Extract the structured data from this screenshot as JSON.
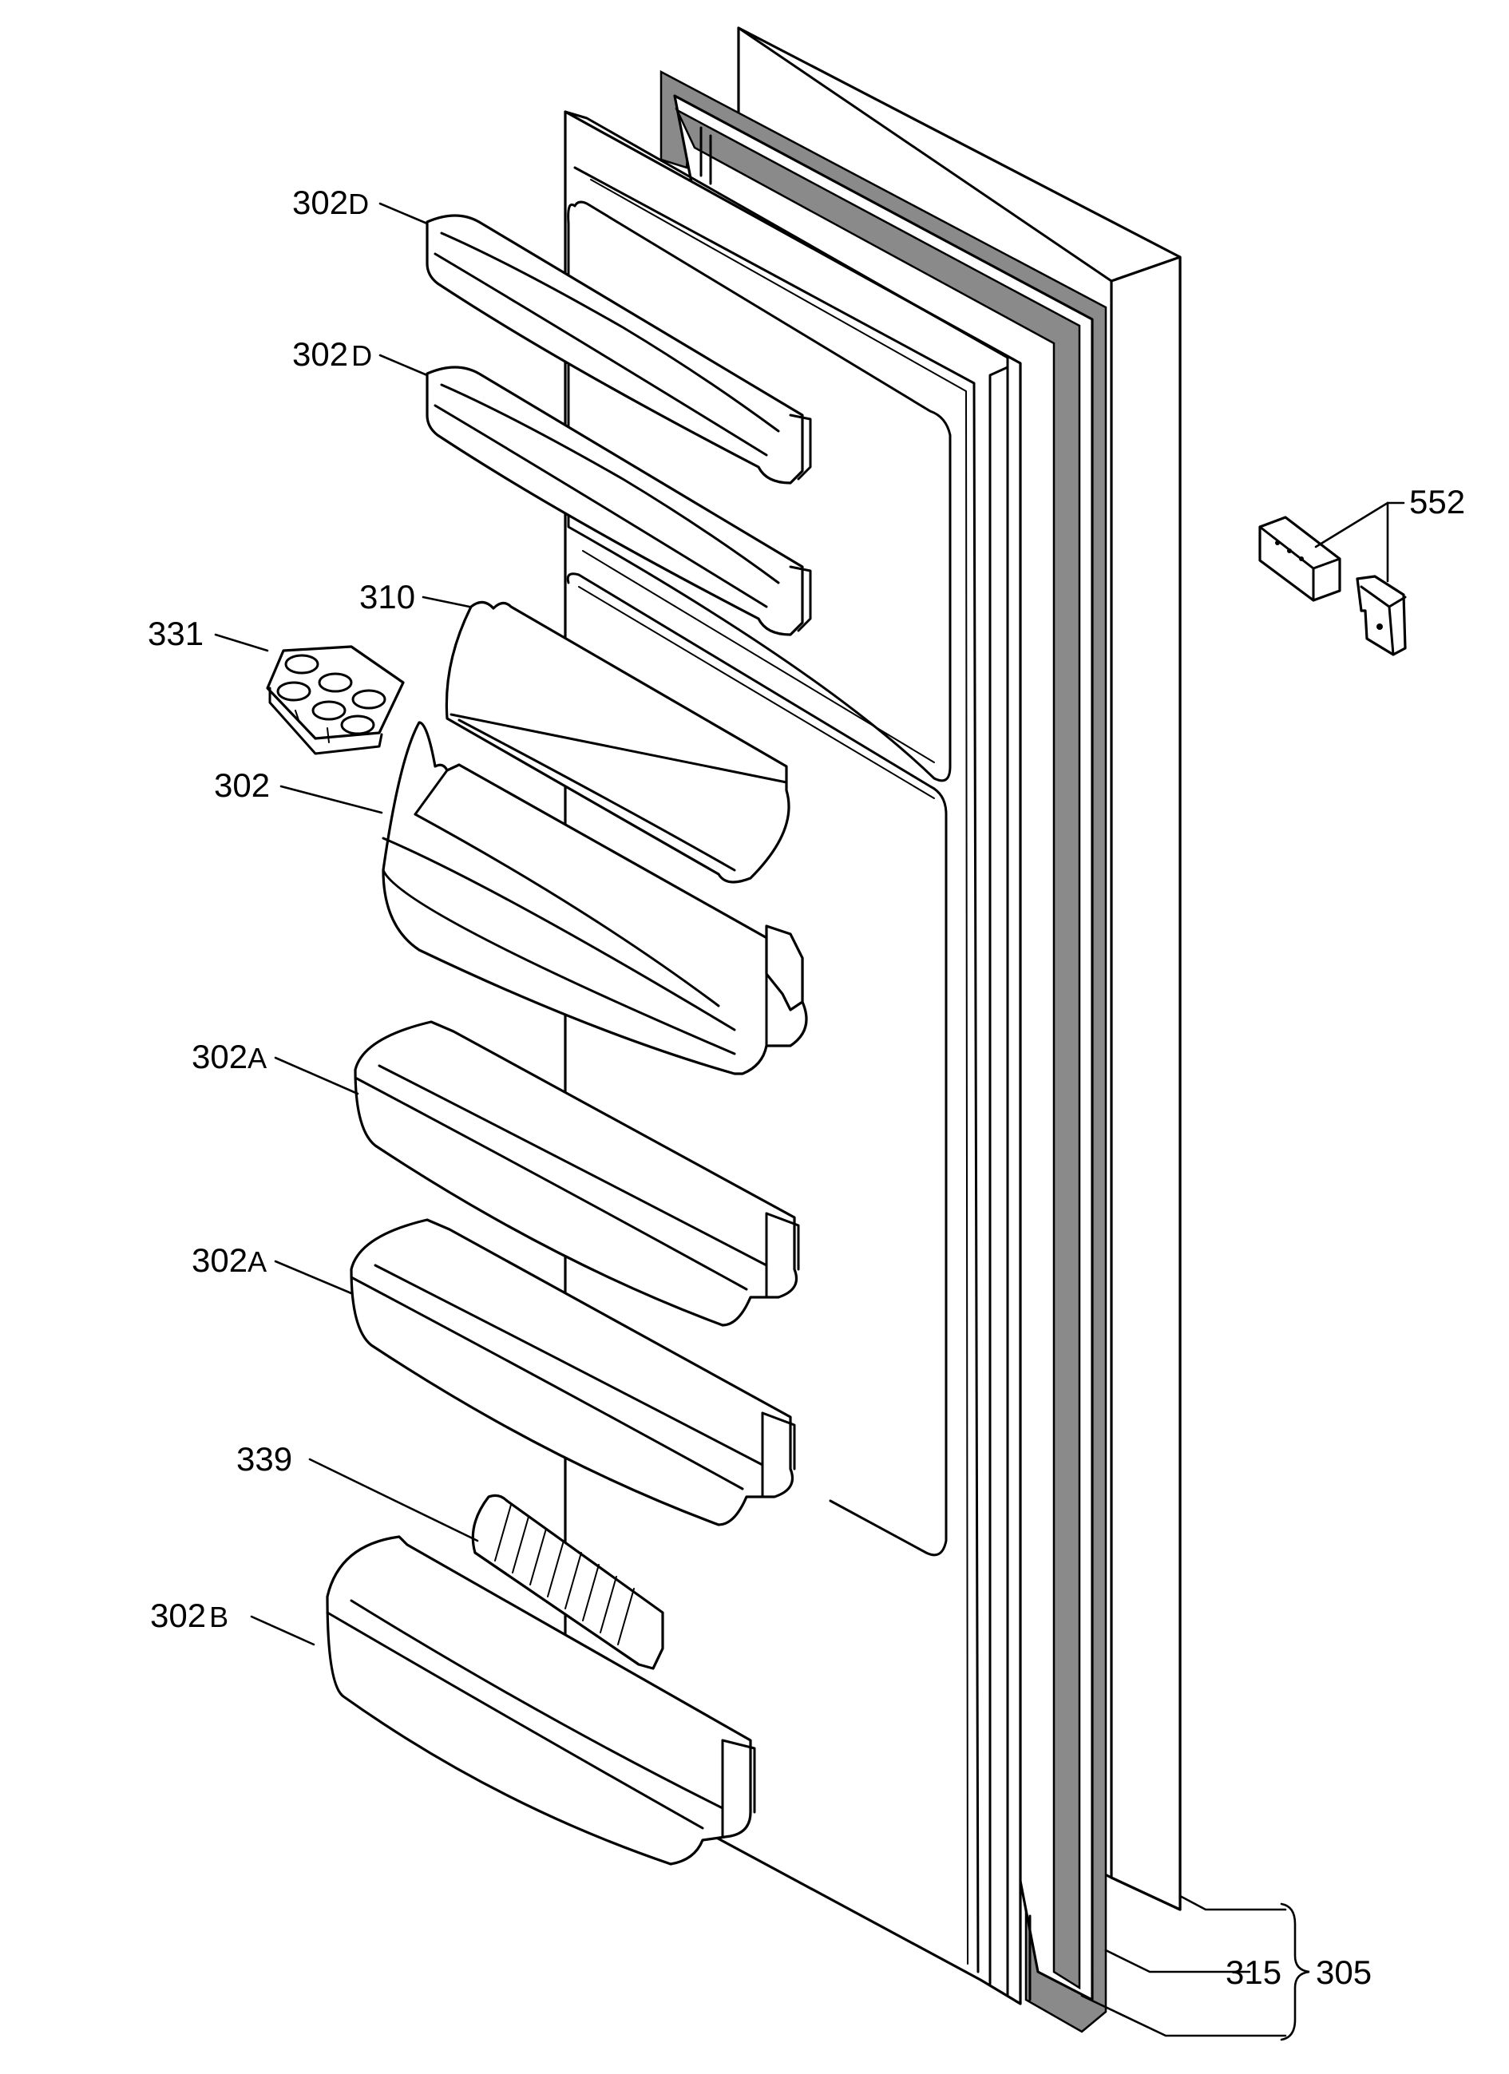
{
  "labels": {
    "l302D_top": {
      "num": "302",
      "suf": "D"
    },
    "l302D_2": {
      "num": "302",
      "suf": "D"
    },
    "l310": "310",
    "l331": "331",
    "l302": "302",
    "l302A_1": {
      "num": "302",
      "suf": "A"
    },
    "l302A_2": {
      "num": "302",
      "suf": "A"
    },
    "l339": "339",
    "l302B": {
      "num": "302",
      "suf": "B"
    },
    "l552": "552",
    "l315": "315",
    "l305": "305"
  }
}
